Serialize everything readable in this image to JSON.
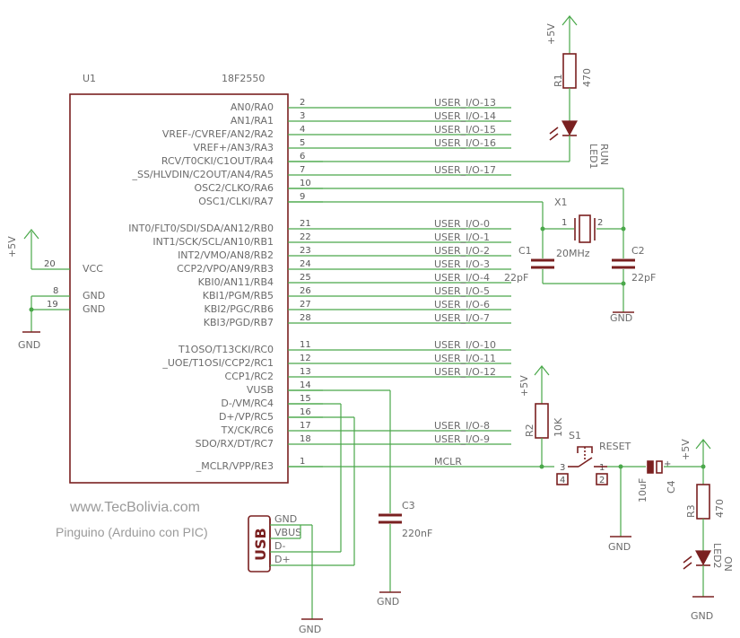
{
  "chip": {
    "ref": "U1",
    "part": "18F2550",
    "left_pins": [
      {
        "num": "20",
        "label": "VCC"
      },
      {
        "num": "8",
        "label": "GND"
      },
      {
        "num": "19",
        "label": "GND"
      }
    ],
    "right_pins": [
      {
        "num": "2",
        "label": "AN0/RA0",
        "net": "USER_I/O-13"
      },
      {
        "num": "3",
        "label": "AN1/RA1",
        "net": "USER_I/O-14"
      },
      {
        "num": "4",
        "label": "VREF-/CVREF/AN2/RA2",
        "net": "USER_I/O-15"
      },
      {
        "num": "5",
        "label": "VREF+/AN3/RA3",
        "net": "USER_I/O-16"
      },
      {
        "num": "6",
        "label": "RCV/T0CKI/C1OUT/RA4",
        "net": ""
      },
      {
        "num": "7",
        "label": "_SS/HLVDIN/C2OUT/AN4/RA5",
        "net": "USER_I/O-17"
      },
      {
        "num": "10",
        "label": "OSC2/CLKO/RA6",
        "net": ""
      },
      {
        "num": "9",
        "label": "OSC1/CLKI/RA7",
        "net": ""
      },
      {
        "num": "21",
        "label": "INT0/FLT0/SDI/SDA/AN12/RB0",
        "net": "USER_I/O-0"
      },
      {
        "num": "22",
        "label": "INT1/SCK/SCL/AN10/RB1",
        "net": "USER_I/O-1"
      },
      {
        "num": "23",
        "label": "INT2/VMO/AN8/RB2",
        "net": "USER_I/O-2"
      },
      {
        "num": "24",
        "label": "CCP2/VPO/AN9/RB3",
        "net": "USER_I/O-3"
      },
      {
        "num": "25",
        "label": "KBI0/AN11/RB4",
        "net": "USER_I/O-4"
      },
      {
        "num": "26",
        "label": "KBI1/PGM/RB5",
        "net": "USER_I/O-5"
      },
      {
        "num": "27",
        "label": "KBI2/PGC/RB6",
        "net": "USER_I/O-6"
      },
      {
        "num": "28",
        "label": "KBI3/PGD/RB7",
        "net": "USER_I/O-7"
      },
      {
        "num": "11",
        "label": "T1OSO/T13CKI/RC0",
        "net": "USER_I/O-10"
      },
      {
        "num": "12",
        "label": "_UOE/T1OSI/CCP2/RC1",
        "net": "USER_I/O-11"
      },
      {
        "num": "13",
        "label": "CCP1/RC2",
        "net": "USER_I/O-12"
      },
      {
        "num": "14",
        "label": "VUSB",
        "net": ""
      },
      {
        "num": "15",
        "label": "D-/VM/RC4",
        "net": ""
      },
      {
        "num": "16",
        "label": "D+/VP/RC5",
        "net": ""
      },
      {
        "num": "17",
        "label": "TX/CK/RC6",
        "net": "USER_I/O-8"
      },
      {
        "num": "18",
        "label": "SDO/RX/DT/RC7",
        "net": "USER_I/O-9"
      },
      {
        "num": "1",
        "label": "_MCLR/VPP/RE3",
        "net": "MCLR"
      }
    ]
  },
  "components": {
    "r1": {
      "ref": "R1",
      "value": "470"
    },
    "led1": {
      "ref": "LED1",
      "value": "RUN"
    },
    "x1": {
      "ref": "X1",
      "value": "20MHz",
      "pin1": "1",
      "pin2": "2"
    },
    "c1": {
      "ref": "C1",
      "value": "22pF"
    },
    "c2": {
      "ref": "C2",
      "value": "22pF"
    },
    "c3": {
      "ref": "C3",
      "value": "220nF"
    },
    "c4": {
      "ref": "C4",
      "value": "10uF"
    },
    "r2": {
      "ref": "R2",
      "value": "10K"
    },
    "r3": {
      "ref": "R3",
      "value": "470"
    },
    "led2": {
      "ref": "LED2",
      "value": "ON"
    },
    "s1": {
      "ref": "S1",
      "value": "RESET",
      "p1": "1",
      "p2": "2",
      "p3": "3",
      "p4": "4"
    },
    "usb": {
      "label": "USB",
      "pins": [
        "GND",
        "VBUS",
        "D-",
        "D+"
      ]
    }
  },
  "supply": {
    "vcc": "+5V",
    "gnd": "GND"
  },
  "credits": {
    "site": "www.TecBolivia.com",
    "subtitle": "Pinguino (Arduino con PIC)"
  },
  "colors": {
    "wire": "#4aa84a",
    "part": "#7a2020",
    "text": "#6b6b6b"
  }
}
